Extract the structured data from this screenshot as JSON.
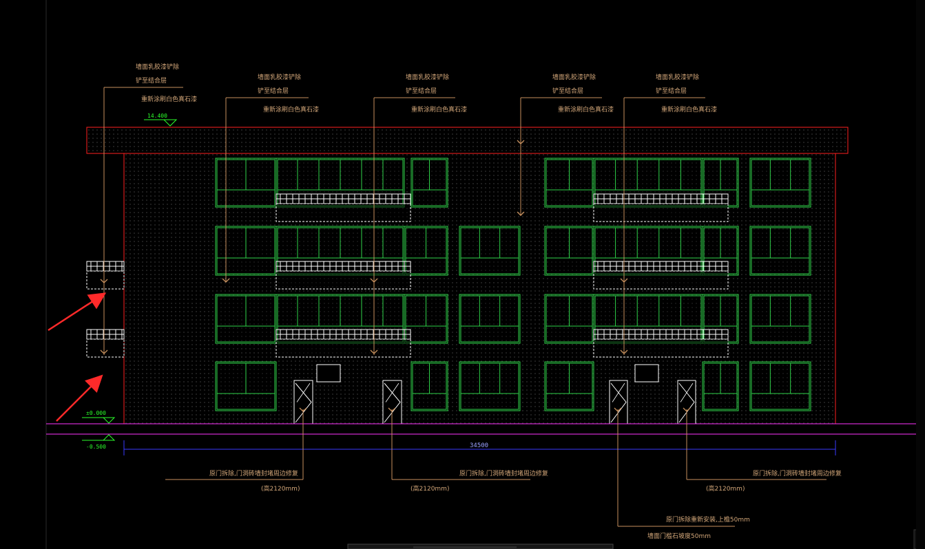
{
  "colors": {
    "background": "#000000",
    "facade_outline": "#ff2020",
    "window": "#2fd34a",
    "leader": "#c8915e",
    "note_text": "#d2a679",
    "level_mark": "#2bff2b",
    "ground_line": "#ff33ff",
    "dimension_line": "#3a3aff",
    "railing": "#ffffff",
    "annotation_arrow": "#ff2a2a",
    "dot_hatch": "#4a4a4a"
  },
  "notes": {
    "wall_latex_line1": "墙面乳胶漆铲除",
    "wall_latex_line2": "铲至结合层",
    "repaint": "重新涂刷白色真石漆",
    "door_replace": "原门拆除,门洞砖墙封堵周边修复",
    "door_height": "(高2120mm)",
    "door_reinstall": "原门拆除重新安装,上檐50mm",
    "threshold": "墙面门槛石坡度50mm"
  },
  "levels": {
    "roof": "14.400",
    "ground": "±0.000",
    "exterior": "-0.500"
  },
  "dimensions": {
    "overall_width": "34500"
  },
  "icons": {
    "leader_arrow": "chevron-down-icon",
    "pointer": "red-arrow-icon",
    "level_marker": "triangle-down-icon"
  }
}
